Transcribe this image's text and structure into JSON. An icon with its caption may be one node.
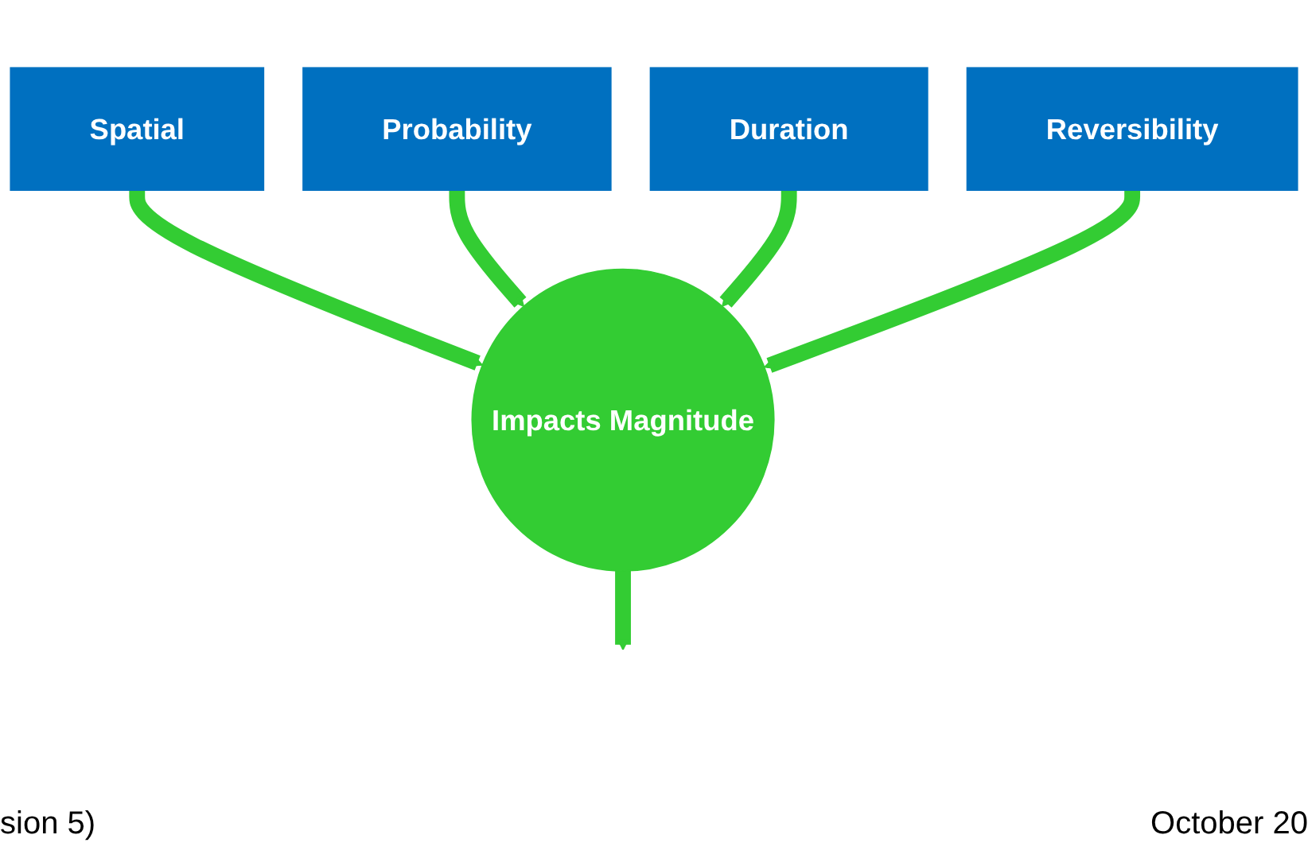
{
  "diagram": {
    "nodes": [
      {
        "text": [
          "Spatial"
        ]
      },
      {
        "text": [
          "Probability"
        ]
      },
      {
        "text": [
          "Duration"
        ]
      },
      {
        "text": [
          "Reversibility"
        ]
      },
      {
        "text": [
          "Impacts Magnitude"
        ]
      }
    ],
    "edges": [
      {
        "from": 0,
        "to": 4,
        "arrow": "to"
      },
      {
        "from": 1,
        "to": 4,
        "arrow": "to"
      },
      {
        "from": 2,
        "to": 4,
        "arrow": "to"
      },
      {
        "from": 3,
        "to": 4,
        "arrow": "to"
      },
      {
        "from": 4,
        "to": null,
        "arrow": "to"
      }
    ],
    "labels": [
      "sion 5)",
      "October 20"
    ]
  }
}
